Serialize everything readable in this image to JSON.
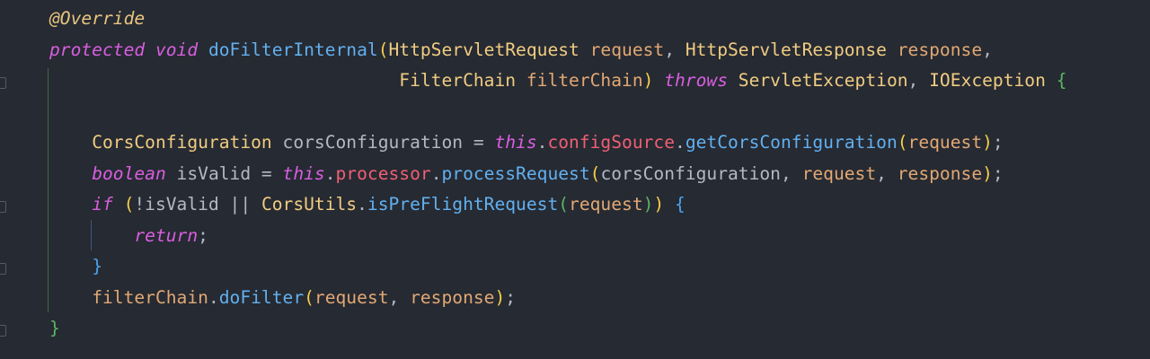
{
  "editor": {
    "language": "java",
    "lines": [
      [
        {
          "t": "@Override",
          "c": "ann"
        }
      ],
      [
        {
          "t": "protected",
          "c": "kw"
        },
        {
          "t": " ",
          "c": "txt"
        },
        {
          "t": "void",
          "c": "kw"
        },
        {
          "t": " ",
          "c": "txt"
        },
        {
          "t": "doFilterInternal",
          "c": "fn"
        },
        {
          "t": "(",
          "c": "b1"
        },
        {
          "t": "HttpServletRequest",
          "c": "type"
        },
        {
          "t": " ",
          "c": "txt"
        },
        {
          "t": "request",
          "c": "param"
        },
        {
          "t": ", ",
          "c": "txt"
        },
        {
          "t": "HttpServletResponse",
          "c": "type"
        },
        {
          "t": " ",
          "c": "txt"
        },
        {
          "t": "response",
          "c": "param"
        },
        {
          "t": ",",
          "c": "txt"
        }
      ],
      [
        {
          "t": "                                 ",
          "c": "txt"
        },
        {
          "t": "FilterChain",
          "c": "type"
        },
        {
          "t": " ",
          "c": "txt"
        },
        {
          "t": "filterChain",
          "c": "param"
        },
        {
          "t": ")",
          "c": "b1"
        },
        {
          "t": " ",
          "c": "txt"
        },
        {
          "t": "throws",
          "c": "kw"
        },
        {
          "t": " ",
          "c": "txt"
        },
        {
          "t": "ServletException",
          "c": "type"
        },
        {
          "t": ", ",
          "c": "txt"
        },
        {
          "t": "IOException",
          "c": "type"
        },
        {
          "t": " ",
          "c": "txt"
        },
        {
          "t": "{",
          "c": "b2"
        }
      ],
      [],
      [
        {
          "t": "    ",
          "c": "txt"
        },
        {
          "t": "CorsConfiguration",
          "c": "type"
        },
        {
          "t": " corsConfiguration = ",
          "c": "txt"
        },
        {
          "t": "this",
          "c": "kw"
        },
        {
          "t": ".",
          "c": "txt"
        },
        {
          "t": "configSource",
          "c": "field"
        },
        {
          "t": ".",
          "c": "txt"
        },
        {
          "t": "getCorsConfiguration",
          "c": "fn"
        },
        {
          "t": "(",
          "c": "b1"
        },
        {
          "t": "request",
          "c": "param"
        },
        {
          "t": ")",
          "c": "b1"
        },
        {
          "t": ";",
          "c": "txt"
        }
      ],
      [
        {
          "t": "    ",
          "c": "txt"
        },
        {
          "t": "boolean",
          "c": "kw"
        },
        {
          "t": " isValid = ",
          "c": "txt"
        },
        {
          "t": "this",
          "c": "kw"
        },
        {
          "t": ".",
          "c": "txt"
        },
        {
          "t": "processor",
          "c": "field"
        },
        {
          "t": ".",
          "c": "txt"
        },
        {
          "t": "processRequest",
          "c": "fn"
        },
        {
          "t": "(",
          "c": "b1"
        },
        {
          "t": "corsConfiguration, ",
          "c": "txt"
        },
        {
          "t": "request",
          "c": "param"
        },
        {
          "t": ", ",
          "c": "txt"
        },
        {
          "t": "response",
          "c": "param"
        },
        {
          "t": ")",
          "c": "b1"
        },
        {
          "t": ";",
          "c": "txt"
        }
      ],
      [
        {
          "t": "    ",
          "c": "txt"
        },
        {
          "t": "if",
          "c": "kw"
        },
        {
          "t": " ",
          "c": "txt"
        },
        {
          "t": "(",
          "c": "b1"
        },
        {
          "t": "!isValid || ",
          "c": "txt"
        },
        {
          "t": "CorsUtils",
          "c": "type"
        },
        {
          "t": ".",
          "c": "txt"
        },
        {
          "t": "isPreFlightRequest",
          "c": "fn"
        },
        {
          "t": "(",
          "c": "b2"
        },
        {
          "t": "request",
          "c": "param"
        },
        {
          "t": ")",
          "c": "b2"
        },
        {
          "t": ")",
          "c": "b1"
        },
        {
          "t": " ",
          "c": "txt"
        },
        {
          "t": "{",
          "c": "b3"
        }
      ],
      [
        {
          "t": "        ",
          "c": "txt"
        },
        {
          "t": "return",
          "c": "kw"
        },
        {
          "t": ";",
          "c": "txt"
        }
      ],
      [
        {
          "t": "    ",
          "c": "txt"
        },
        {
          "t": "}",
          "c": "b3"
        }
      ],
      [
        {
          "t": "    ",
          "c": "txt"
        },
        {
          "t": "filterChain",
          "c": "param"
        },
        {
          "t": ".",
          "c": "txt"
        },
        {
          "t": "doFilter",
          "c": "fn"
        },
        {
          "t": "(",
          "c": "b1"
        },
        {
          "t": "request",
          "c": "param"
        },
        {
          "t": ", ",
          "c": "txt"
        },
        {
          "t": "response",
          "c": "param"
        },
        {
          "t": ")",
          "c": "b1"
        },
        {
          "t": ";",
          "c": "txt"
        }
      ],
      [
        {
          "t": "}",
          "c": "b2"
        }
      ]
    ]
  }
}
